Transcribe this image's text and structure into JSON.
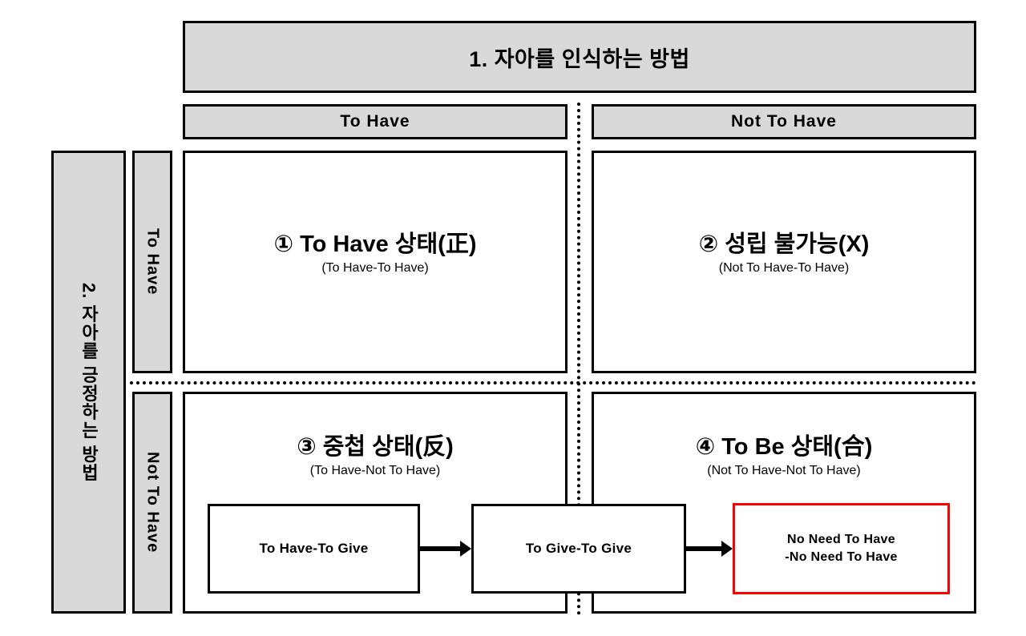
{
  "diagram": {
    "main_header": "1. 자아를 인식하는 방법",
    "axis_title_left": "2. 자아를 긍정하는 방법",
    "column_headers": [
      {
        "label": "To Have"
      },
      {
        "label": "Not To Have"
      }
    ],
    "row_headers": [
      {
        "label": "To Have"
      },
      {
        "label": "Not To Have"
      }
    ],
    "quadrants": [
      {
        "id": "q1",
        "title": "① To Have 상태(正)",
        "subtitle": "(To Have-To Have)"
      },
      {
        "id": "q2",
        "title": "② 성립 불가능(X)",
        "subtitle": "(Not To Have-To Have)"
      },
      {
        "id": "q3",
        "title": "③ 중첩 상태(反)",
        "subtitle": "(To Have-Not To Have)"
      },
      {
        "id": "q4",
        "title": "④ To Be 상태(合)",
        "subtitle": "(Not To Have-Not To Have)"
      }
    ],
    "flow": {
      "steps": [
        {
          "label": "To Have-To Give",
          "accent": "#000000"
        },
        {
          "label": "To Give-To Give",
          "accent": "#000000"
        },
        {
          "label_line1": "No Need To Have",
          "label_line2": "-No Need To Have",
          "accent": "#ff0000"
        }
      ]
    },
    "colors": {
      "header_fill": "#d9d9d9",
      "border": "#000000",
      "highlight": "#ff0000",
      "background": "#ffffff"
    }
  }
}
